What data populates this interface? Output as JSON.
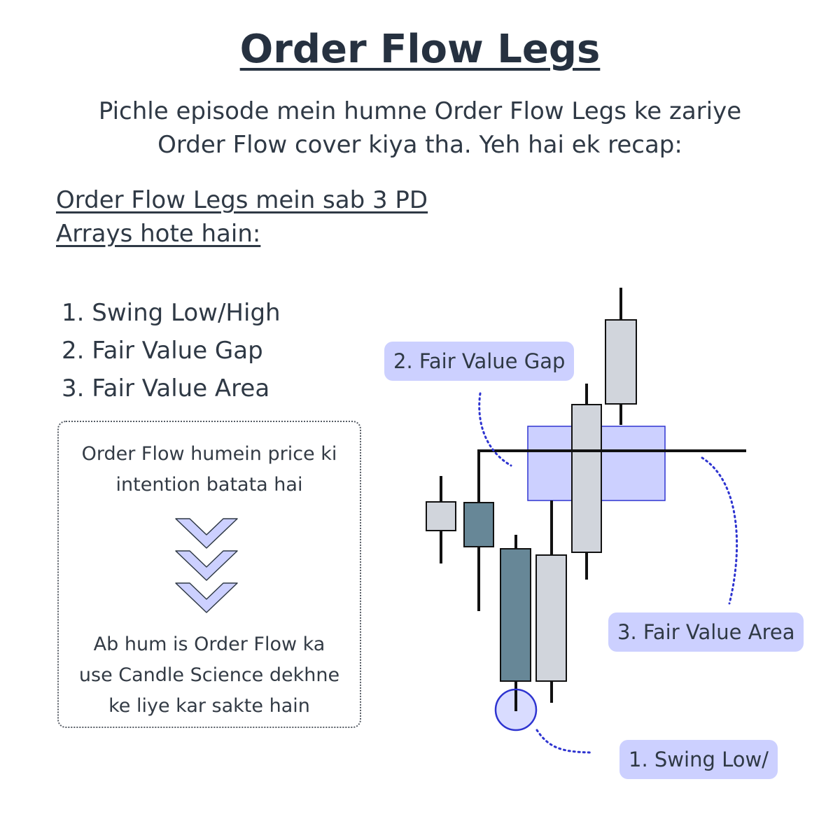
{
  "title": "Order Flow Legs",
  "subtitle": {
    "line1": "Pichle episode mein humne Order Flow Legs ke zariye",
    "line2": "Order Flow cover kiya tha. Yeh hai ek recap:"
  },
  "heading": {
    "line1": "Order Flow Legs mein sab 3 PD",
    "line2": "Arrays hote hain:"
  },
  "list": [
    "1. Swing Low/High",
    "2. Fair Value Gap",
    "3. Fair Value Area"
  ],
  "note": {
    "top_line1": "Order Flow humein price ki",
    "top_line2": "intention batata hai",
    "bottom_line1": "Ab hum is Order Flow ka",
    "bottom_line2": "use Candle Science dekhne",
    "bottom_line3": "ke liye kar sakte hain"
  },
  "diagram_labels": {
    "fvg": "2. Fair Value Gap",
    "fva": "3. Fair Value Area",
    "swing": "1. Swing Low/"
  },
  "colors": {
    "bear_candle": "#678797",
    "bull_candle": "#d1d5dc",
    "highlight": "#ccd0ff",
    "highlight_border": "#2e34d0",
    "text": "#2f3945"
  }
}
